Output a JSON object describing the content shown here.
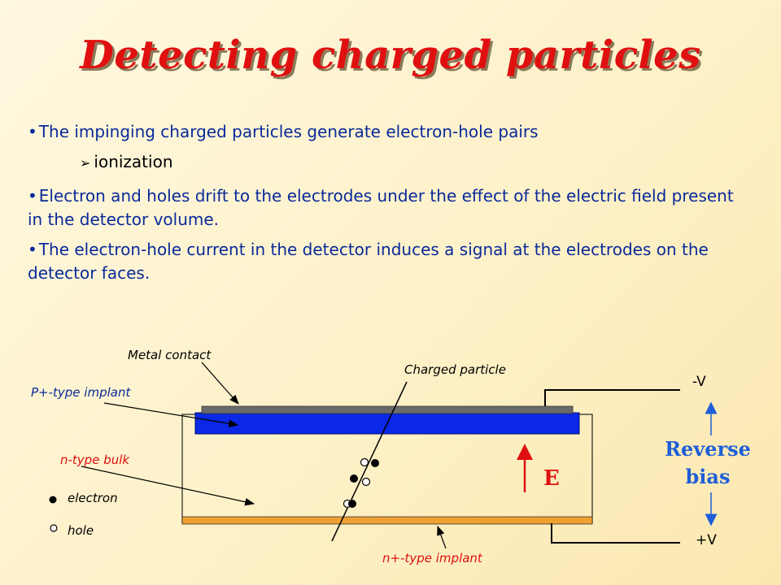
{
  "title": "Detecting charged particles",
  "bullets": [
    {
      "marker": "•",
      "text": "The impinging charged particles generate electron-hole pairs"
    },
    {
      "marker": "•",
      "text": "Electron and holes drift to the electrodes under the effect of the electric field present in the detector volume."
    },
    {
      "marker": "•",
      "text": "The electron-hole current in the detector induces a signal at the electrodes on the detector faces."
    }
  ],
  "sub_bullet": {
    "marker": "➢",
    "text": "ionization"
  },
  "diagram": {
    "labels": {
      "metal_contact": "Metal contact",
      "charged_particle": "Charged particle",
      "p_implant": "P+-type implant",
      "n_bulk": "n-type bulk",
      "electron": "electron",
      "hole": "hole",
      "n_implant": "n+-type implant",
      "neg_v": "-V",
      "pos_v": "+V",
      "e_field": "E",
      "reverse": "Reverse",
      "bias": "bias"
    },
    "colors": {
      "title": "#e01010",
      "bullet_text": "#0a2a9a",
      "p_implant": "#0a28e6",
      "metal": "#6a6a6a",
      "n_implant": "#f0a030",
      "e_field": "#e01010",
      "bias": "#1e5ed8",
      "label_red": "#e01010",
      "label_blue": "#0a2a9a"
    }
  }
}
